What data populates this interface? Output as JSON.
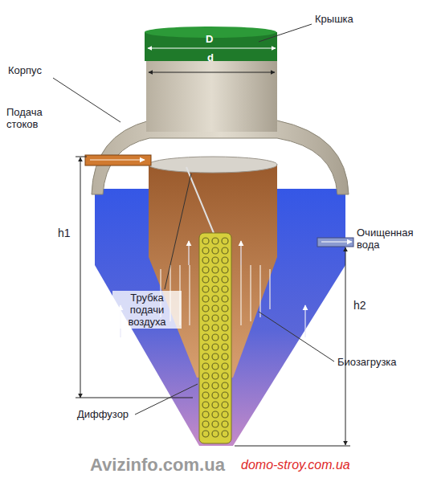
{
  "diagram": {
    "labels": [
      "Крышка",
      "D",
      "d",
      "Корпус",
      "Подача стоков",
      "h1",
      "Очищенная вода",
      "h2",
      "Трубка подачи воздуха",
      "Биозагрузка",
      "Диффузор",
      "Avizinfo.com.ua",
      "domo-stroy.com.ua"
    ]
  }
}
